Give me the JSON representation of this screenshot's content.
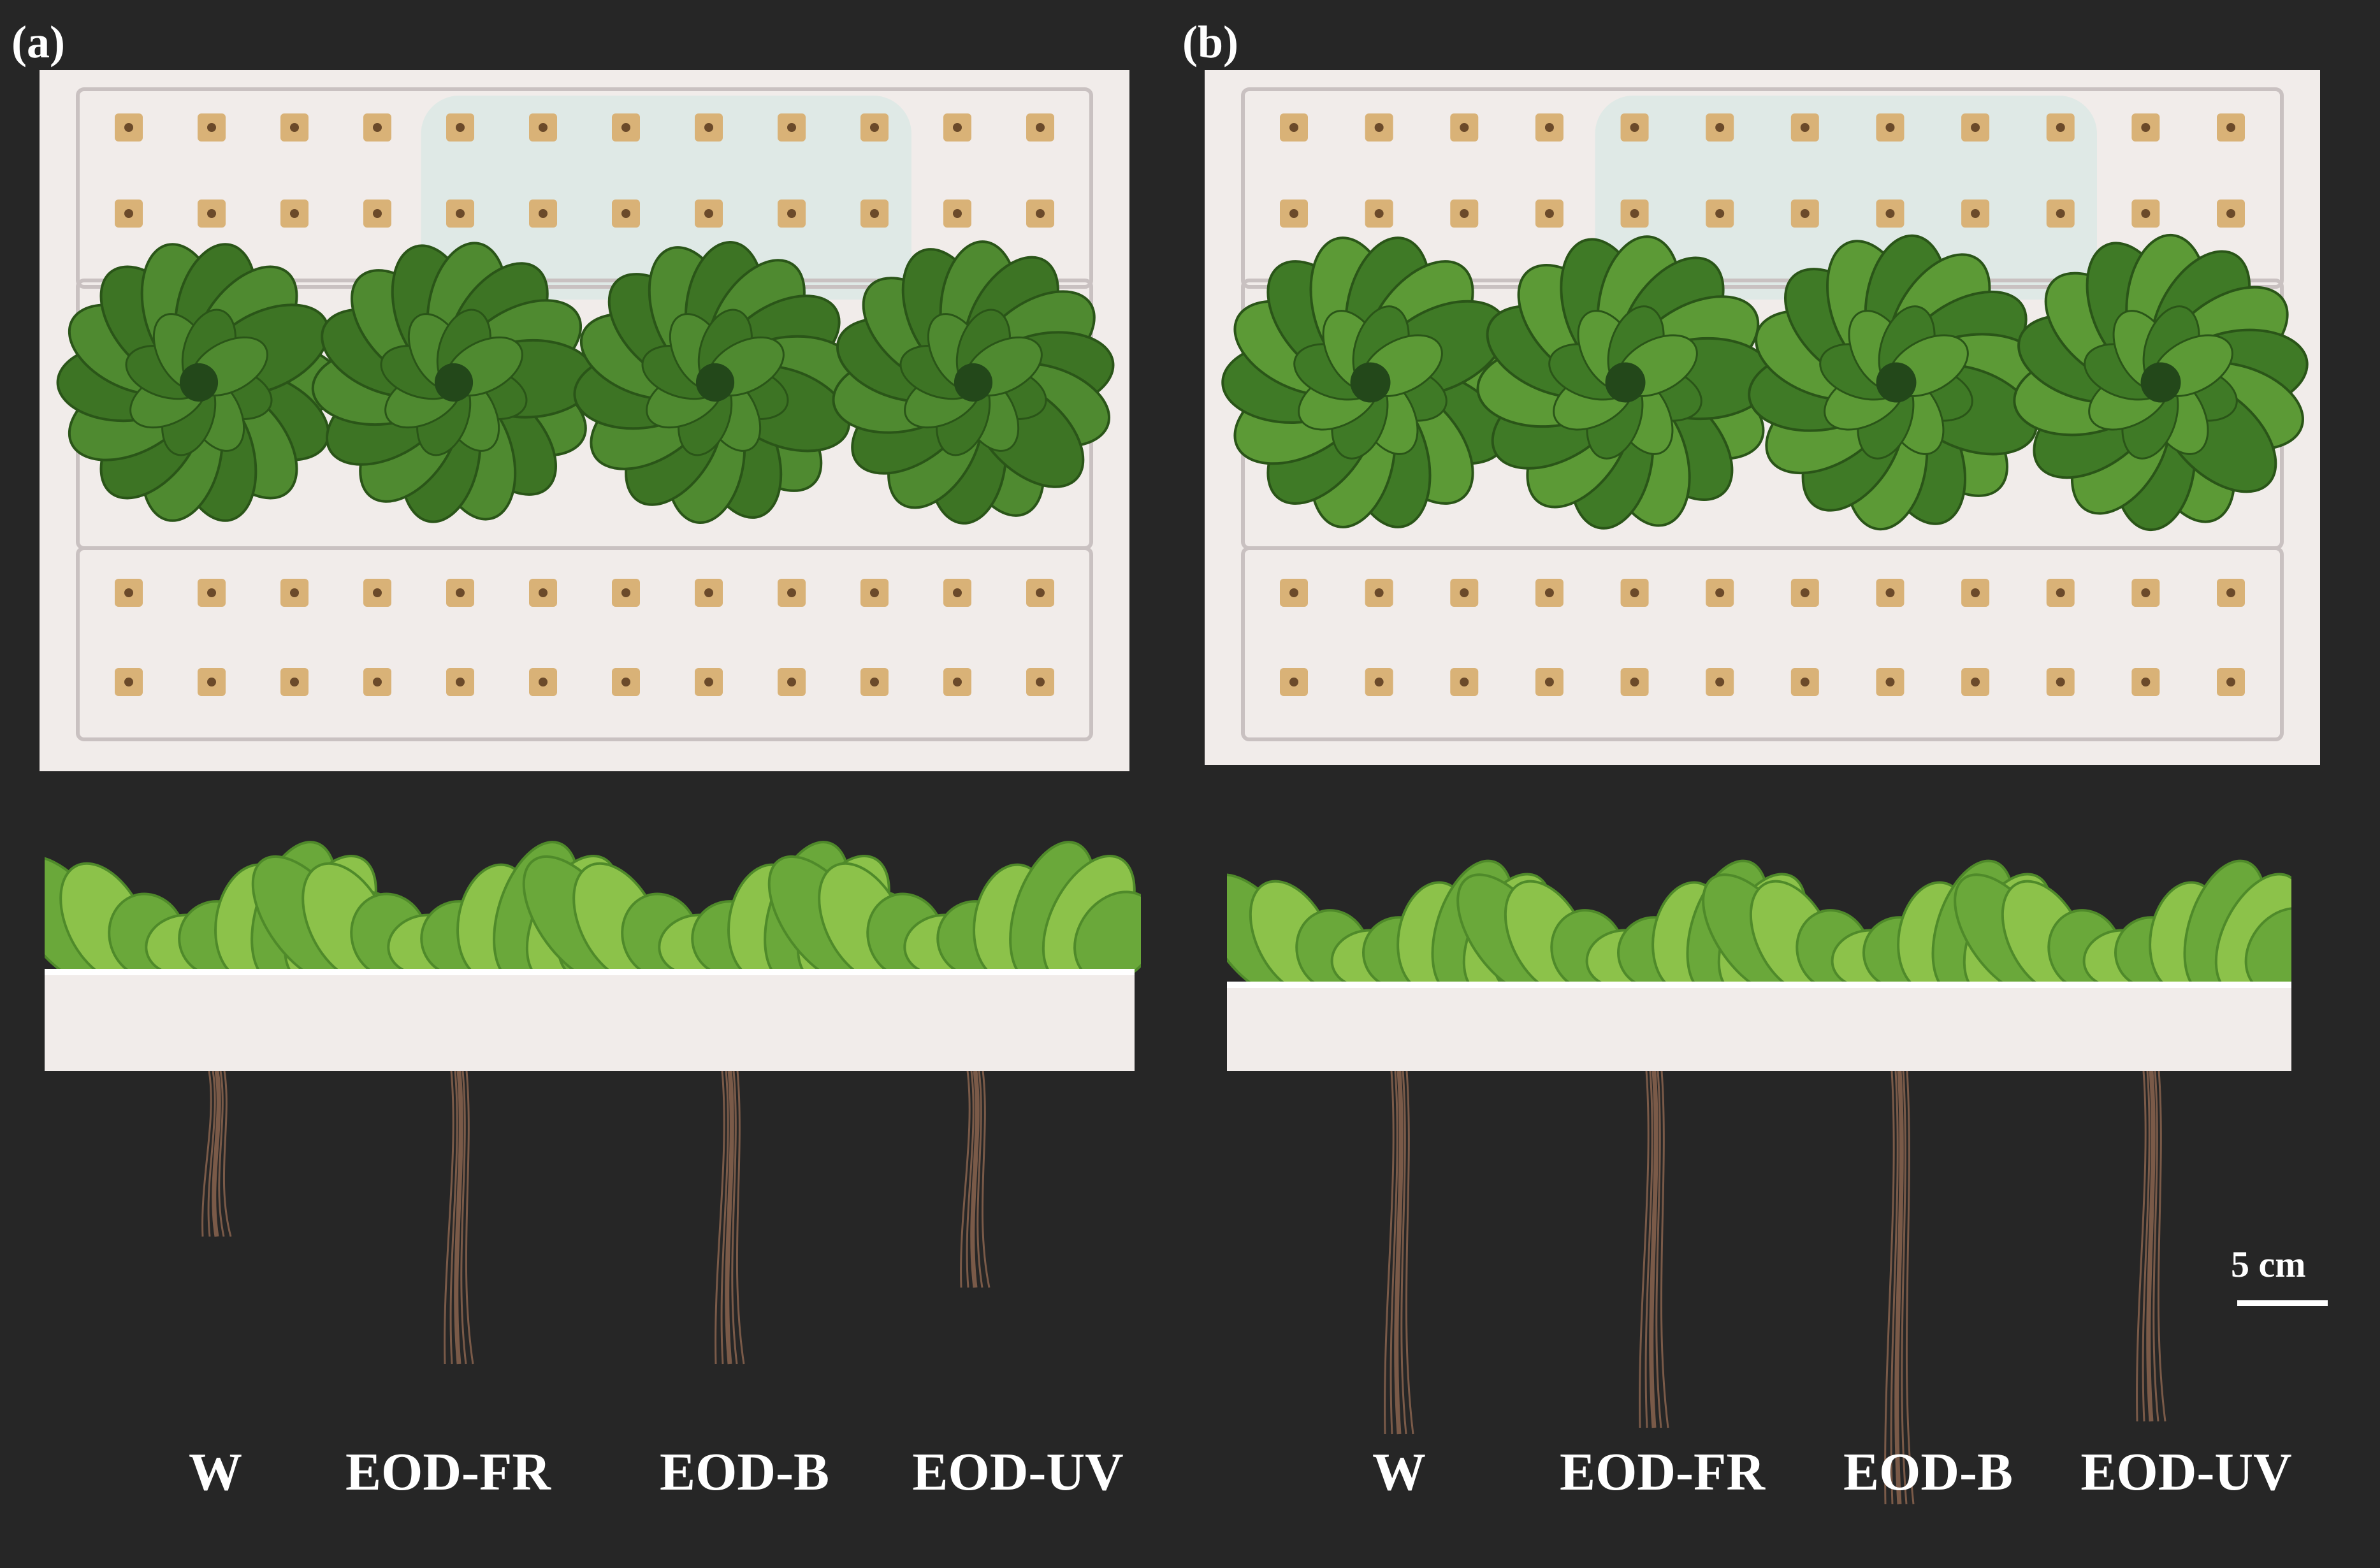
{
  "panels": [
    {
      "label": "(a)",
      "treatments": [
        "W",
        "EOD-FR",
        "EOD-B",
        "EOD-UV"
      ]
    },
    {
      "label": "(b)",
      "treatments": [
        "W",
        "EOD-FR",
        "EOD-B",
        "EOD-UV"
      ]
    }
  ],
  "scale_bar": {
    "label": "5 cm"
  },
  "colors": {
    "background": "#262626",
    "tray_white": "#f1ecea",
    "plug_tan": "#d9b277",
    "leaf_dark": "#3d7424",
    "leaf_light": "#8cc24a",
    "root_brown": "#7a5a48"
  }
}
